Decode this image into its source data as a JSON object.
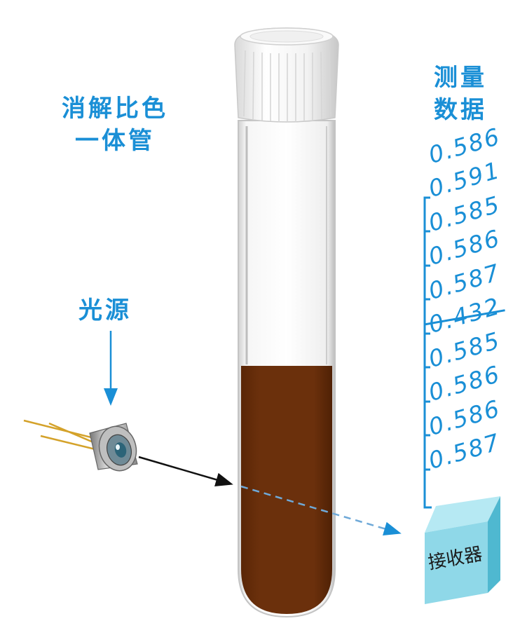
{
  "labels": {
    "tube_line1": "消解比色",
    "tube_line2": "一体管",
    "light_source": "光源",
    "data_line1": "测量",
    "data_line2": "数据",
    "receiver": "接收器"
  },
  "readings": [
    {
      "value": "0.586",
      "struck": false
    },
    {
      "value": "0.591",
      "struck": false
    },
    {
      "value": "0.585",
      "struck": false
    },
    {
      "value": "0.586",
      "struck": false
    },
    {
      "value": "0.587",
      "struck": false
    },
    {
      "value": "0.432",
      "struck": true
    },
    {
      "value": "0.585",
      "struck": false
    },
    {
      "value": "0.586",
      "struck": false
    },
    {
      "value": "0.586",
      "struck": false
    },
    {
      "value": "0.587",
      "struck": false
    }
  ],
  "colors": {
    "label_blue": "#1a8fd6",
    "liquid_brown": "#6b300c",
    "receiver_cyan": "#8fd8e8",
    "cap_white": "#f4f4f4"
  },
  "icons": {
    "light_source": "to-can-laser-diode-icon",
    "receiver": "receiver-box-icon"
  }
}
